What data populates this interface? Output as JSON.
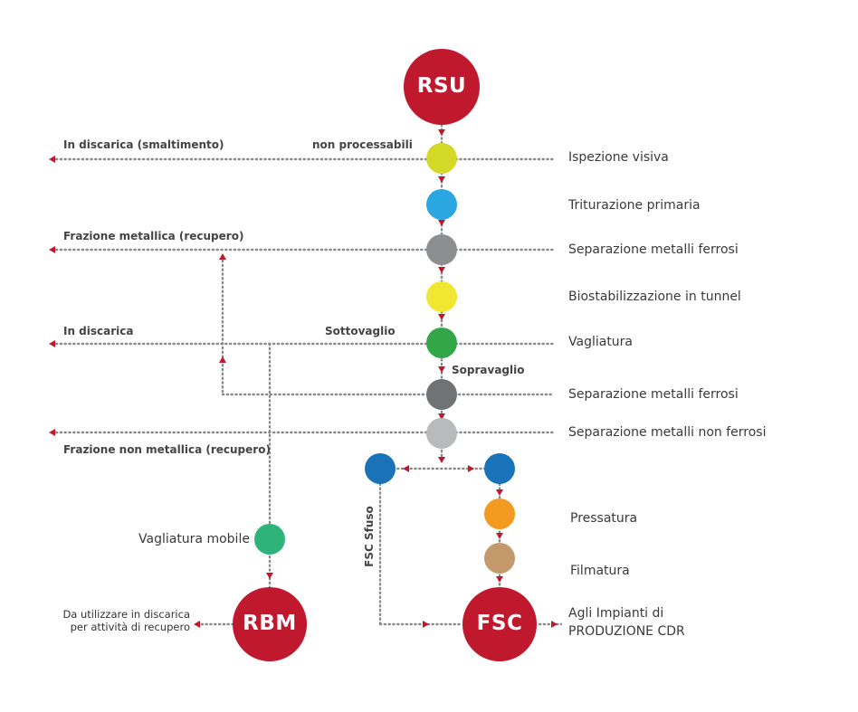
{
  "nodes": {
    "rsu": "RSU",
    "rbm": "RBM",
    "fsc": "FSC"
  },
  "steps": [
    {
      "label": "Ispezione visiva",
      "color": "#d4d928"
    },
    {
      "label": "Triturazione primaria",
      "color": "#2aa6e0"
    },
    {
      "label": "Separazione metalli ferrosi",
      "color": "#8d8e90"
    },
    {
      "label": "Biostabilizzazione in tunnel",
      "color": "#f0e733"
    },
    {
      "label": "Vagliatura",
      "color": "#33a747"
    },
    {
      "label": "Separazione metalli ferrosi",
      "color": "#717274"
    },
    {
      "label": "Separazione metalli non ferrosi",
      "color": "#b9babc"
    }
  ],
  "branch_steps": {
    "pressatura": "Pressatura",
    "filmatura": "Filmatura",
    "vagliatura_mobile": "Vagliatura mobile"
  },
  "side_labels": {
    "non_processabili": "non processabili",
    "in_discarica_smaltimento": "In discarica (smaltimento)",
    "frazione_metallica": "Frazione metallica (recupero)",
    "in_discarica": "In discarica",
    "sottovaglio": "Sottovaglio",
    "sopravaglio": "Sopravaglio",
    "frazione_non_metallica": "Frazione non metallica (recupero)",
    "fsc_sfuso": "FSC Sfuso"
  },
  "outputs": {
    "rbm_line1": "Da utilizzare in discarica",
    "rbm_line2": "per attività di recupero",
    "fsc_line1": "Agli Impianti di",
    "fsc_line2": "PRODUZIONE CDR"
  },
  "colors": {
    "red": "#c0192d",
    "arrow": "#c0192d",
    "dots": "#8a8a8a",
    "blue": "#1a73b8",
    "orange": "#f39a20",
    "tan": "#c49a6c",
    "mint": "#2eb37a"
  }
}
